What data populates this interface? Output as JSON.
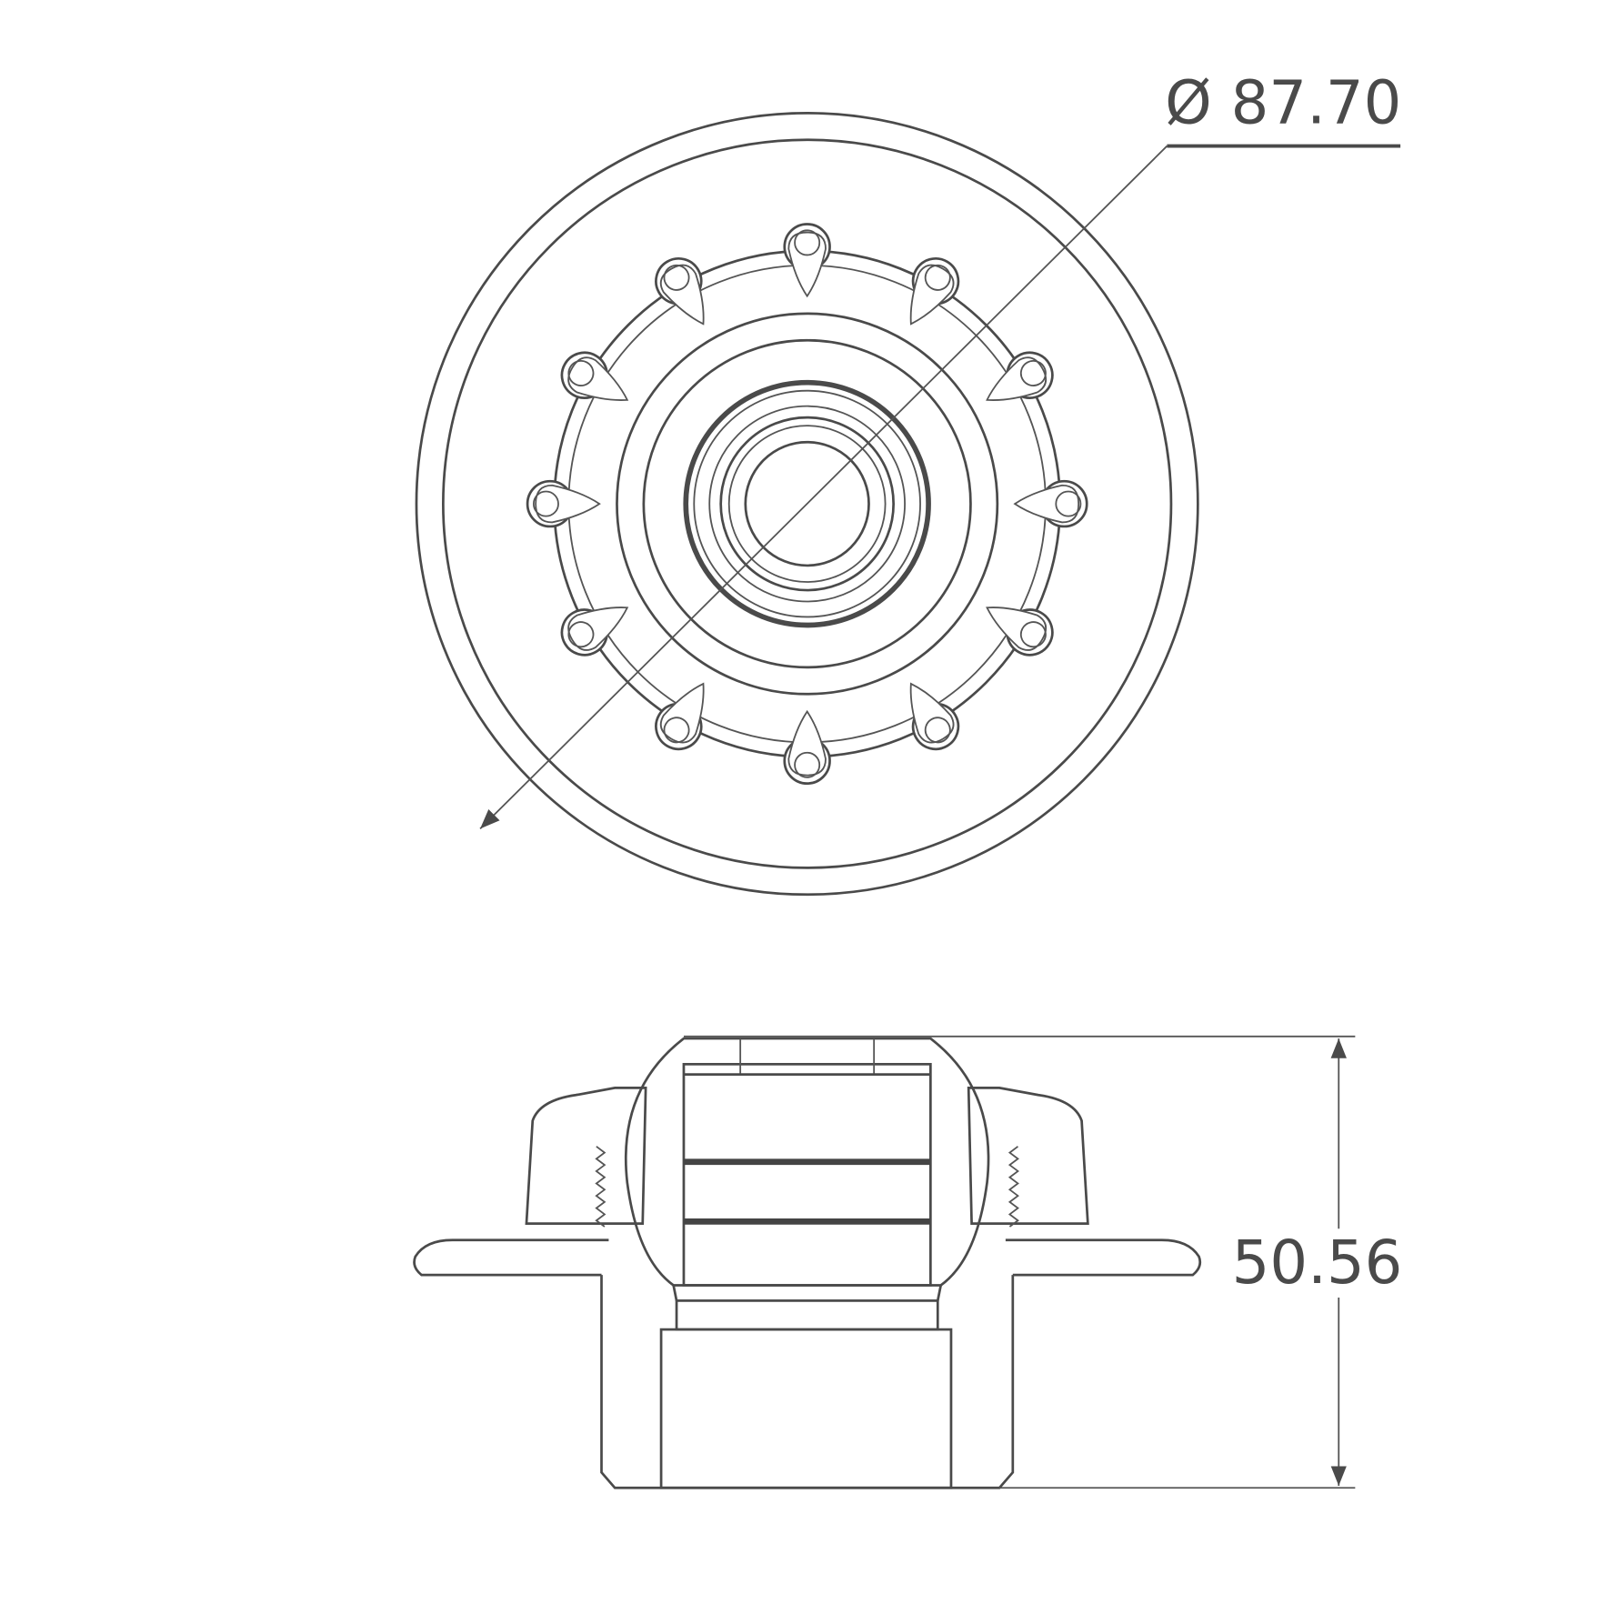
{
  "drawing": {
    "top_view": {
      "diameter_label": "Ø 87.70",
      "bump_count": 12
    },
    "side_view": {
      "height_label": "50.56"
    },
    "line_color": "#4a4a4a"
  }
}
